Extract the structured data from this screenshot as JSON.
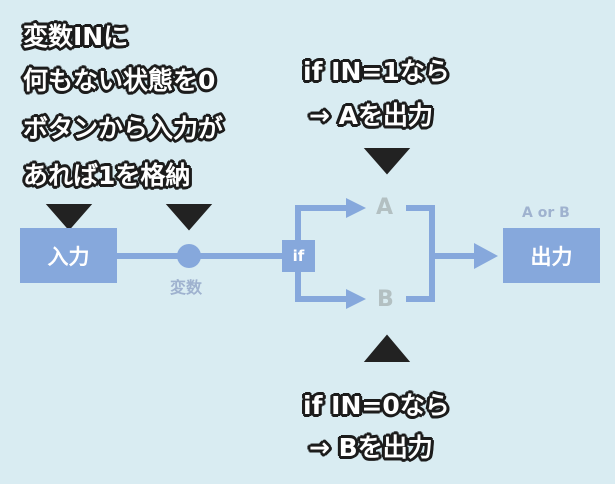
{
  "callouts": {
    "variable": [
      "変数INに",
      "何もない状態を0",
      "ボタンから入力が",
      "あれば1を格納"
    ],
    "if_one": [
      "if IN=1なら",
      "→ Aを出力"
    ],
    "if_zero": [
      "if IN=0なら",
      "→ Bを出力"
    ]
  },
  "nodes": {
    "input": "入力",
    "variable": "変数",
    "if": "if",
    "branch_a": "A",
    "branch_b": "B",
    "output": "出力",
    "output_caption": "A or B"
  },
  "colors": {
    "background": "#d9ecf2",
    "flow": "#86a8dc",
    "branch_letter": "#b3c0c2",
    "caption": "#9fb2cf",
    "callout_text": "#ffffff",
    "callout_outline": "#1c1c1c",
    "pointer": "#222222"
  }
}
